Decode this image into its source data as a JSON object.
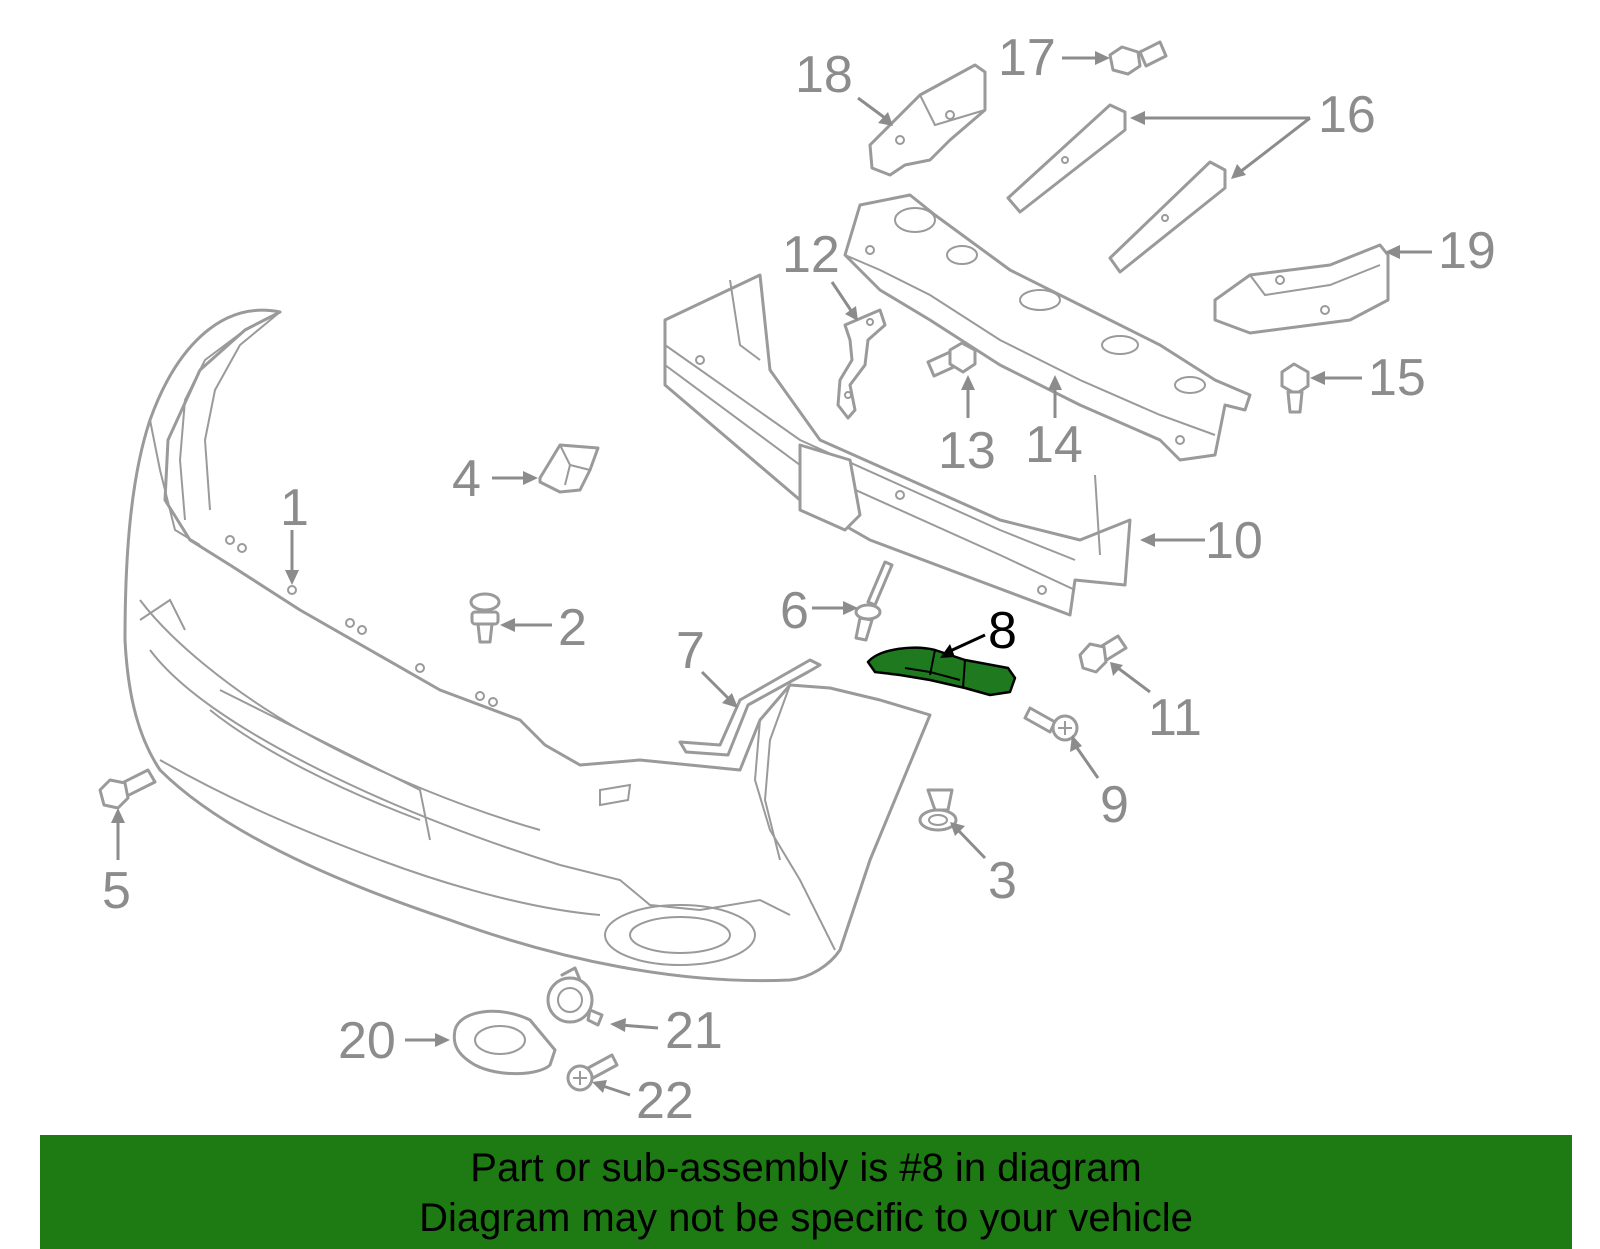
{
  "diagram": {
    "highlighted_part": "8",
    "callouts": [
      "1",
      "2",
      "3",
      "4",
      "5",
      "6",
      "7",
      "8",
      "9",
      "10",
      "11",
      "12",
      "13",
      "14",
      "15",
      "16",
      "17",
      "18",
      "19",
      "20",
      "21",
      "22"
    ]
  },
  "colors": {
    "highlight": "#1f7a1f",
    "banner": "#1e7a12",
    "line_art": "#9a9a9a"
  },
  "footer": {
    "line1": "Part or sub-assembly is #8 in diagram",
    "line2": "Diagram may not be specific to your vehicle"
  }
}
